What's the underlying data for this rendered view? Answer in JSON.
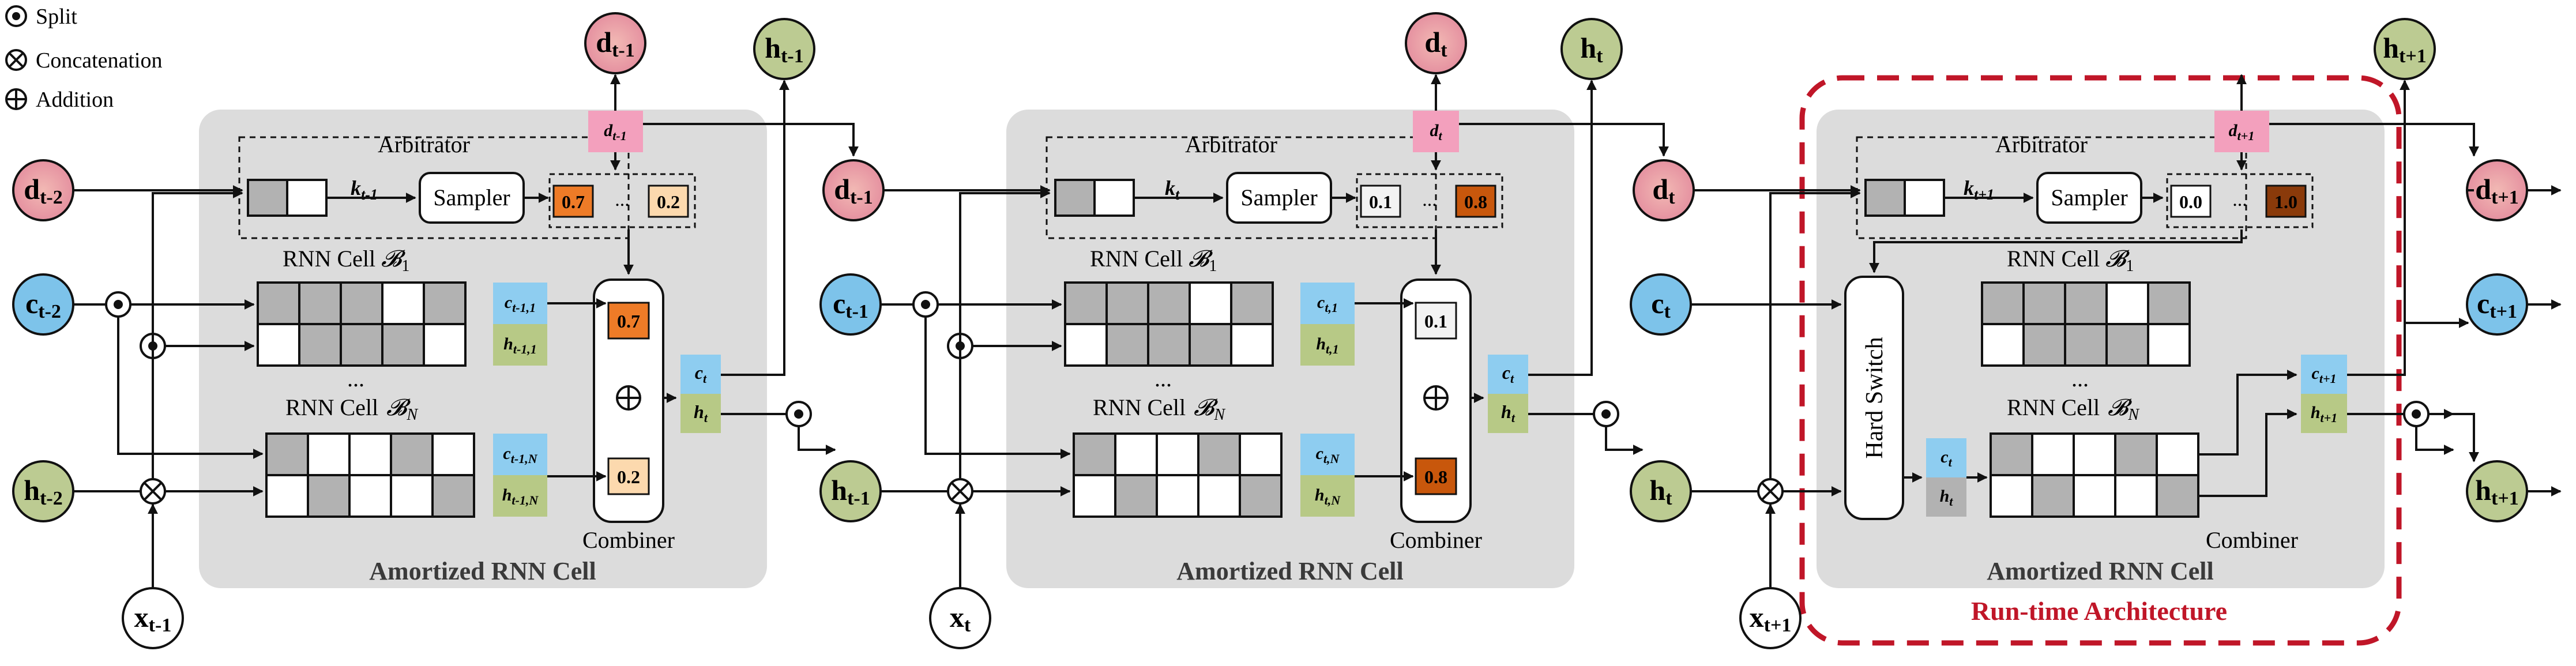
{
  "legend": {
    "split": "Split",
    "concat": "Concatenation",
    "add": "Addition"
  },
  "labels": {
    "arbitrator": "Arbitrator",
    "sampler": "Sampler",
    "rnn_cell_1": "RNN Cell",
    "rnn_cell_n": "RNN Cell",
    "cell_1_symbol": "𝓑",
    "cell_1_sub": "1",
    "cell_n_symbol": "𝓑",
    "cell_n_sub": "N",
    "dots": "...",
    "combiner": "Combiner",
    "amortized": "Amortized RNN Cell",
    "hard_switch": "Hard Switch",
    "runtime": "Run-time Architecture"
  },
  "step1": {
    "d_in": "d",
    "d_in_sub": "t-2",
    "c_in": "c",
    "c_in_sub": "t-2",
    "h_in": "h",
    "h_in_sub": "t-2",
    "x": "x",
    "x_sub": "t-1",
    "d_top": "d",
    "d_top_sub": "t-1",
    "h_top": "h",
    "h_top_sub": "t-1",
    "d_out": "d",
    "d_out_sub": "t-1",
    "c_out": "c",
    "c_out_sub": "t-1",
    "h_out": "h",
    "h_out_sub": "t-1",
    "d_tag": "d",
    "d_tag_sub": "t-1",
    "k": "k",
    "k_sub": "t-1",
    "prob_first": "0.7",
    "prob_last": "0.2",
    "comb_top": "0.7",
    "comb_bottom": "0.2",
    "c1_tag": "c",
    "c1_tag_sub": "t-1,1",
    "h1_tag": "h",
    "h1_tag_sub": "t-1,1",
    "cn_tag": "c",
    "cn_tag_sub": "t-1,N",
    "hn_tag": "h",
    "hn_tag_sub": "t-1,N",
    "ct_tag": "c",
    "ct_tag_sub": "t",
    "ht_tag": "h",
    "ht_tag_sub": "t"
  },
  "step2": {
    "d_in": "d",
    "d_in_sub": "t-1",
    "c_in": "c",
    "c_in_sub": "t-1",
    "h_in": "h",
    "h_in_sub": "t-1",
    "x": "x",
    "x_sub": "t",
    "d_top": "d",
    "d_top_sub": "t",
    "h_top": "h",
    "h_top_sub": "t",
    "d_out": "d",
    "d_out_sub": "t",
    "c_out": "c",
    "c_out_sub": "t",
    "h_out": "h",
    "h_out_sub": "t",
    "d_tag": "d",
    "d_tag_sub": "t",
    "k": "k",
    "k_sub": "t",
    "prob_first": "0.1",
    "prob_last": "0.8",
    "comb_top": "0.1",
    "comb_bottom": "0.8",
    "c1_tag": "c",
    "c1_tag_sub": "t,1",
    "h1_tag": "h",
    "h1_tag_sub": "t,1",
    "cn_tag": "c",
    "cn_tag_sub": "t,N",
    "hn_tag": "h",
    "hn_tag_sub": "t,N",
    "ct_tag": "c",
    "ct_tag_sub": "t",
    "ht_tag": "h",
    "ht_tag_sub": "t"
  },
  "step3": {
    "x": "x",
    "x_sub": "t+1",
    "d_top": "h",
    "d_top_sub": "t+1",
    "d_out": "d",
    "d_out_sub": "t+1",
    "c_out": "c",
    "c_out_sub": "t+1",
    "h_out": "h",
    "h_out_sub": "t+1",
    "d_tag": "d",
    "d_tag_sub": "t+1",
    "k": "k",
    "k_sub": "t+1",
    "prob_first": "0.0",
    "prob_last": "1.0",
    "ct_tag": "c",
    "ct_tag_sub": "t",
    "ht_tag": "h",
    "ht_tag_sub": "t",
    "c1_tag": "c",
    "c1_tag_sub": "t+1",
    "h1_tag": "h",
    "h1_tag_sub": "t+1"
  },
  "colors": {
    "d_node": "#e99aa3",
    "c_node": "#7dc3ea",
    "h_node": "#bccb92",
    "panel": "#dcdcdc",
    "grey_cell": "#b2b2b2",
    "c_tag": "#8ecdf0",
    "h_tag": "#b7c986",
    "d_tag": "#f3a0bd",
    "runtime_red": "#c01628",
    "orange": "#ee7b27",
    "light_orange": "#fcd9ae",
    "dark_orange": "#b3510d"
  }
}
